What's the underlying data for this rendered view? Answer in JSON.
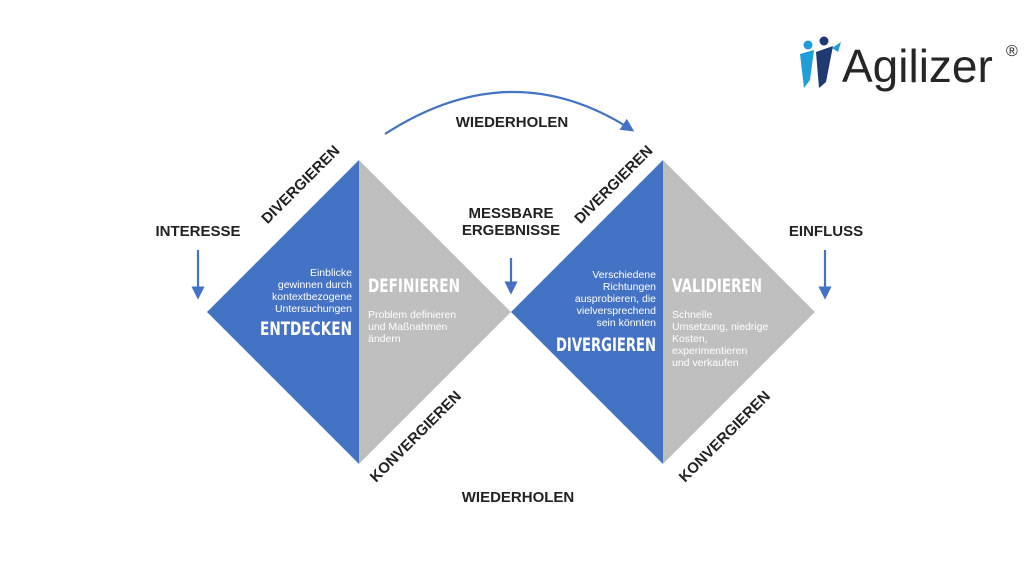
{
  "colors": {
    "blue": "#4472C4",
    "gray": "#BFBFBF",
    "text": "#222222",
    "logo_blue": "#1F9ED9",
    "logo_navy": "#1F3A70"
  },
  "logo": {
    "name": "Agilizer",
    "registered": "®"
  },
  "labels": {
    "repeat_top": "WIEDERHOLEN",
    "repeat_bottom": "WIEDERHOLEN",
    "interest": "INTERESSE",
    "measurable_1": "MESSBARE",
    "measurable_2": "ERGEBNISSE",
    "influence": "EINFLUSS",
    "diverge_left": "DIVERGIEREN",
    "diverge_right": "DIVERGIEREN",
    "converge_left": "KONVERGIEREN",
    "converge_right": "KONVERGIEREN"
  },
  "diamond_left": {
    "blue_lines": [
      "Einblicke",
      "gewinnen durch",
      "kontextbezogene",
      "Untersuchungen"
    ],
    "blue_title": "ENTDECKEN",
    "gray_title": "DEFINIEREN",
    "gray_lines": [
      "Problem definieren",
      "und Maßnahmen",
      "ändern"
    ]
  },
  "diamond_right": {
    "blue_lines": [
      "Verschiedene",
      "Richtungen",
      "ausprobieren, die",
      "vielversprechend",
      "sein könnten"
    ],
    "blue_title": "DIVERGIEREN",
    "gray_title": "VALIDIEREN",
    "gray_lines": [
      "Schnelle",
      "Umsetzung, niedrige",
      "Kosten,",
      "experimentieren",
      "und verkaufen"
    ]
  }
}
